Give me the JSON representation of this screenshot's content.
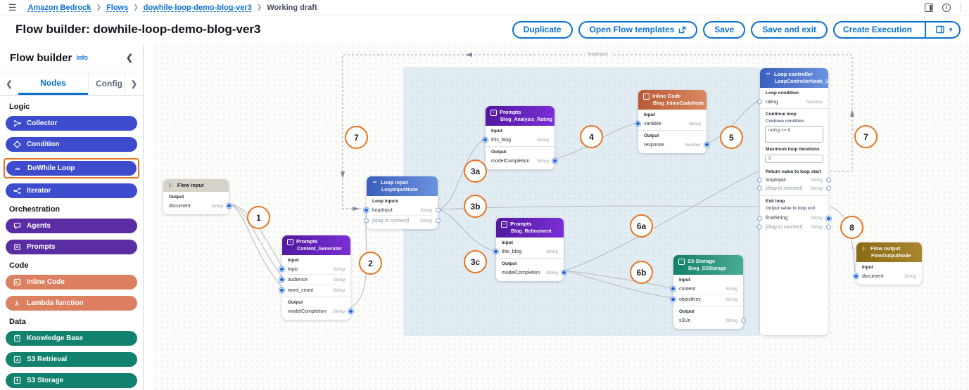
{
  "topbar": {
    "breadcrumb": [
      "Amazon Bedrock",
      "Flows",
      "dowhile-loop-demo-blog-ver3",
      "Working draft"
    ]
  },
  "header": {
    "title": "Flow builder: dowhile-loop-demo-blog-ver3",
    "buttons": {
      "duplicate": "Duplicate",
      "open_templates": "Open Flow templates",
      "save": "Save",
      "save_exit": "Save and exit",
      "create_execution": "Create Execution"
    }
  },
  "sidebar": {
    "title": "Flow builder",
    "info": "Info",
    "tabs": {
      "nodes": "Nodes",
      "config": "Config"
    },
    "sections": [
      {
        "label": "Logic",
        "items": [
          {
            "label": "Collector",
            "icon": "collector-icon"
          },
          {
            "label": "Condition",
            "icon": "condition-icon"
          },
          {
            "label": "DoWhile Loop",
            "icon": "dowhile-loop-icon",
            "highlighted": "true"
          },
          {
            "label": "Iterator",
            "icon": "iterator-icon"
          }
        ]
      },
      {
        "label": "Orchestration",
        "items": [
          {
            "label": "Agents",
            "icon": "agents-icon"
          },
          {
            "label": "Prompts",
            "icon": "prompts-icon"
          }
        ]
      },
      {
        "label": "Code",
        "items": [
          {
            "label": "Inline Code",
            "icon": "inline-code-icon"
          },
          {
            "label": "Lambda function",
            "icon": "lambda-icon"
          }
        ]
      },
      {
        "label": "Data",
        "items": [
          {
            "label": "Knowledge Base",
            "icon": "knowledge-base-icon"
          },
          {
            "label": "S3 Retrieval",
            "icon": "s3-retrieval-icon"
          },
          {
            "label": "S3 Storage",
            "icon": "s3-storage-icon"
          }
        ]
      }
    ]
  },
  "canvas": {
    "loop_edge_label": "loopInput",
    "markers": [
      "1",
      "2",
      "3a",
      "3b",
      "3c",
      "4",
      "5",
      "6a",
      "6b",
      "7",
      "7",
      "8"
    ],
    "nodes": {
      "flow_input": {
        "type": "Flow input",
        "output_label": "Output",
        "rows": {
          "document": {
            "name": "document",
            "type": "String"
          }
        }
      },
      "content_generator": {
        "type": "Prompts",
        "name": "Content_Generator",
        "input_label": "Input",
        "output_label": "Output",
        "rows": {
          "topic": {
            "name": "topic",
            "type": "String"
          },
          "audience": {
            "name": "audience",
            "type": "String"
          },
          "word_count": {
            "name": "word_count",
            "type": "String"
          },
          "modelCompletion": {
            "name": "modelCompletion",
            "type": "String"
          }
        }
      },
      "loop_input": {
        "type": "Loop input",
        "name": "LoopInputNode",
        "section_label": "Loop inputs",
        "rows": {
          "loopInput": {
            "name": "loopInput",
            "type": "String"
          },
          "drag": {
            "name": "[drag to connect]",
            "type": "String"
          }
        }
      },
      "blog_analysis_rating": {
        "type": "Prompts",
        "name": "Blog_Analysis_Rating",
        "input_label": "Input",
        "output_label": "Output",
        "rows": {
          "this_blog": {
            "name": "this_blog",
            "type": "String"
          },
          "modelCompletion": {
            "name": "modelCompletion",
            "type": "String"
          }
        }
      },
      "inline_code": {
        "type": "Inline Code",
        "name": "Blog_InlineCodeNode",
        "input_label": "Input",
        "output_label": "Output",
        "rows": {
          "variable": {
            "name": "variable",
            "type": "String"
          },
          "response": {
            "name": "response",
            "type": "Number"
          }
        }
      },
      "blog_refinement": {
        "type": "Prompts",
        "name": "Blog_Refinement",
        "input_label": "Input",
        "output_label": "Output",
        "rows": {
          "this_blog": {
            "name": "this_blog",
            "type": "String"
          },
          "modelCompletion": {
            "name": "modelCompletion",
            "type": "String"
          }
        }
      },
      "s3_storage": {
        "type": "S3 Storage",
        "name": "Blog_S3Storage",
        "input_label": "Input",
        "output_label": "Output",
        "rows": {
          "content": {
            "name": "content",
            "type": "String"
          },
          "objectKey": {
            "name": "objectKey",
            "type": "String"
          },
          "s3Uri": {
            "name": "s3Uri",
            "type": "String"
          }
        }
      },
      "loop_controller": {
        "type": "Loop controller",
        "name": "LoopControllerNode_1",
        "labels": {
          "loop_condition": "Loop condition",
          "continue_loop": "Continue loop",
          "continue_condition": "Continue condition",
          "max_iterations": "Maximum loop iterations",
          "return_value": "Return value to loop start",
          "exit_loop": "Exit loop",
          "output_value": "Output value to loop exit"
        },
        "values": {
          "continue_condition": "rating <= 9",
          "max_iterations": "2"
        },
        "rows": {
          "rating": {
            "name": "rating",
            "type": "Number"
          },
          "loopInput": {
            "name": "loopInput",
            "type": "String"
          },
          "drag1": {
            "name": "[drag to connect]",
            "type": "String"
          },
          "finalString": {
            "name": "finalString",
            "type": "String"
          },
          "drag2": {
            "name": "[drag to connect]",
            "type": "String"
          }
        }
      },
      "flow_output": {
        "type": "Flow output",
        "name": "FlowOutputNode",
        "input_label": "Input",
        "rows": {
          "document": {
            "name": "document",
            "type": "String"
          }
        }
      }
    }
  }
}
